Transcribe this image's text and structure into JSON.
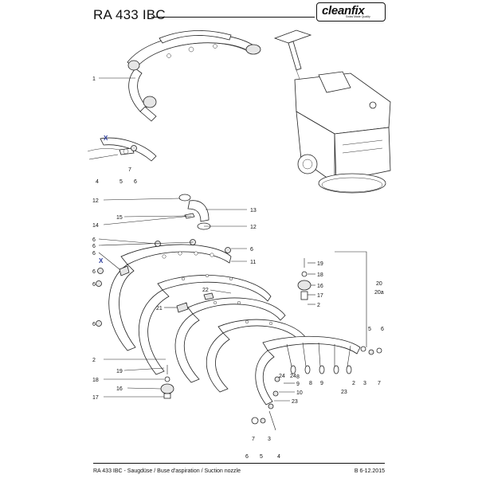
{
  "header": {
    "title": "RA 433 IBC",
    "brand": "cleanfix",
    "brand_sub": "Swiss Made Quality"
  },
  "footer": {
    "caption": "RA 433 IBC - Saugdüse / Buse d'aspiration / Suction nozzle",
    "code": "B 6-12.2015"
  },
  "callouts": {
    "top_assembly": "1",
    "detail_x_top": "X",
    "detail_x_main": "X",
    "c4": "4",
    "c5a": "5",
    "c7a": "7",
    "c6a": "6",
    "c12a": "12",
    "c13": "13",
    "c15": "15",
    "c14": "14",
    "c12b": "12",
    "c6b": "6",
    "c6c": "6",
    "c6d": "6",
    "c6e": "6",
    "c11": "11",
    "c6f": "6",
    "c6g": "6",
    "c6h": "6",
    "c19a": "19",
    "c18a": "18",
    "c16a": "16",
    "c17a": "17",
    "c20": "20",
    "c20a": "20a",
    "c2a": "2",
    "c22": "22",
    "c21": "21",
    "c2b": "2",
    "c19b": "19",
    "c18b": "18",
    "c16b": "16",
    "c17b": "17",
    "c24a": "24",
    "c24b": "24",
    "c8a": "8",
    "c9a": "9",
    "c8b": "8",
    "c9b": "9",
    "c10": "10",
    "c23a": "23",
    "c23b": "23",
    "c5b": "5",
    "c6i": "6",
    "c2c": "2",
    "c3a": "3",
    "c7b": "7",
    "c6j": "6",
    "c7c": "7",
    "c5c": "5",
    "c3b": "3",
    "c4b": "4"
  }
}
